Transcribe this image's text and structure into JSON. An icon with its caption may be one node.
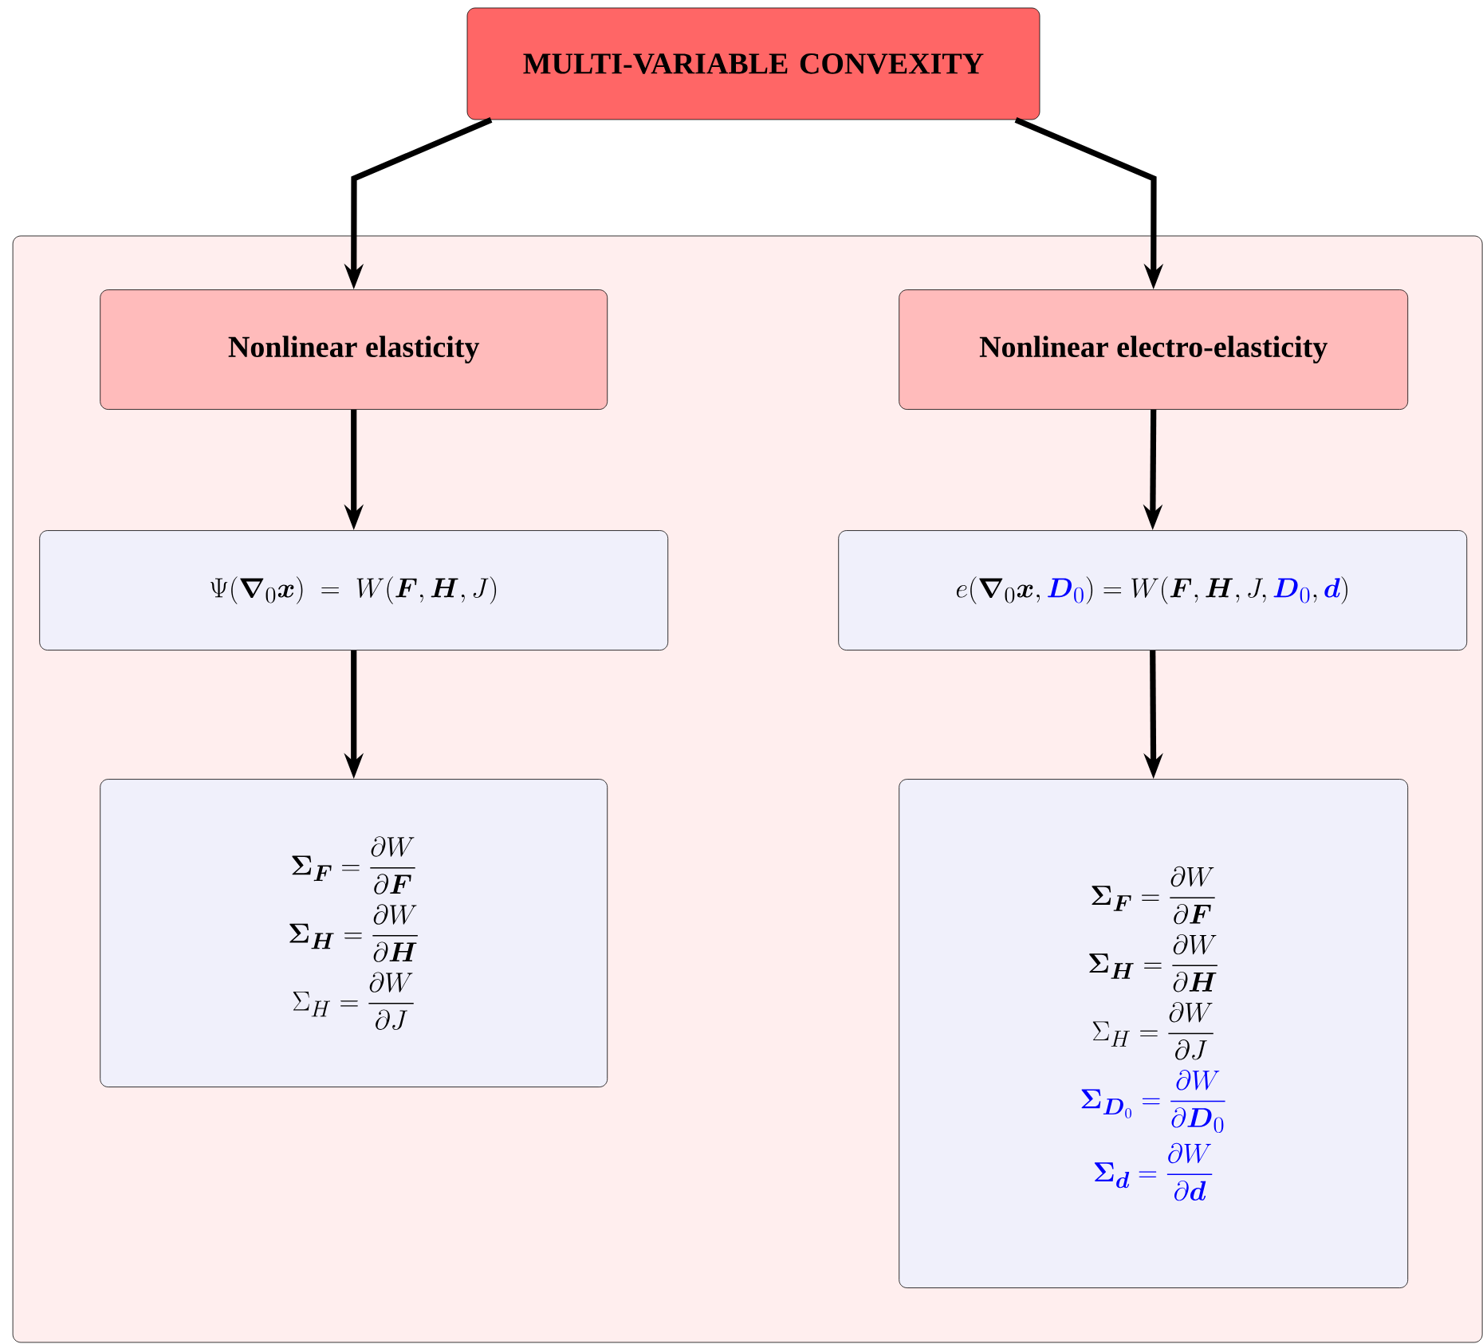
{
  "diagram": {
    "nodes": [
      {
        "text": [
          "MULTI-VARIABLE CONVEXITY"
        ]
      },
      {
        "text": [],
        "shape": "box"
      },
      {
        "text": [
          "Nonlinear elasticity"
        ],
        "in": 1
      },
      {
        "text": [
          "\\Psi(\\boldsymbol{\\nabla}_0\\boldsymbol{x}) \\;=\\; W(\\boldsymbol{F},\\boldsymbol{H},J)"
        ],
        "in": 1
      },
      {
        "text": [
          "\\boldsymbol{\\Sigma}_{\\boldsymbol{F}}=\\frac{\\partial W}{\\partial \\boldsymbol{F}}",
          "\\boldsymbol{\\Sigma}_{\\boldsymbol{H}}=\\frac{\\partial W}{\\partial \\boldsymbol{H}}",
          "\\Sigma_{H}=\\frac{\\partial W}{\\partial J}"
        ],
        "in": 1
      },
      {
        "text": [
          "Nonlinear electro-elasticity"
        ],
        "in": 1
      },
      {
        "text": [
          "e(\\boldsymbol{\\nabla}_0\\boldsymbol{x},\\textcolor{blue}{\\boldsymbol{D}_0})=W(\\boldsymbol{F},\\boldsymbol{H},J,\\textcolor{blue}{\\boldsymbol{D}_0},\\textcolor{blue}{\\boldsymbol{d}})"
        ],
        "in": 1
      },
      {
        "text": [
          "\\boldsymbol{\\Sigma}_{\\boldsymbol{F}}=\\frac{\\partial W}{\\partial \\boldsymbol{F}}",
          "\\boldsymbol{\\Sigma}_{\\boldsymbol{H}}=\\frac{\\partial W}{\\partial \\boldsymbol{H}}",
          "\\Sigma_{H}=\\frac{\\partial W}{\\partial J}",
          "\\textcolor{blue}{\\boldsymbol{\\Sigma}_{\\boldsymbol{D}_0}=\\frac{\\partial W}{\\partial \\boldsymbol{D}_0}}",
          "\\textcolor{blue}{\\boldsymbol{\\Sigma}_{\\boldsymbol{d}}=\\frac{\\partial W}{\\partial \\boldsymbol{d}}}"
        ],
        "in": 1
      }
    ],
    "edges": [
      {
        "from": 0,
        "to": 2,
        "arrow": "to"
      },
      {
        "from": 0,
        "to": 5,
        "arrow": "to"
      },
      {
        "from": 2,
        "to": 3,
        "arrow": "to"
      },
      {
        "from": 3,
        "to": 4,
        "arrow": "to"
      },
      {
        "from": 5,
        "to": 6,
        "arrow": "to"
      },
      {
        "from": 6,
        "to": 7,
        "arrow": "to"
      }
    ]
  }
}
